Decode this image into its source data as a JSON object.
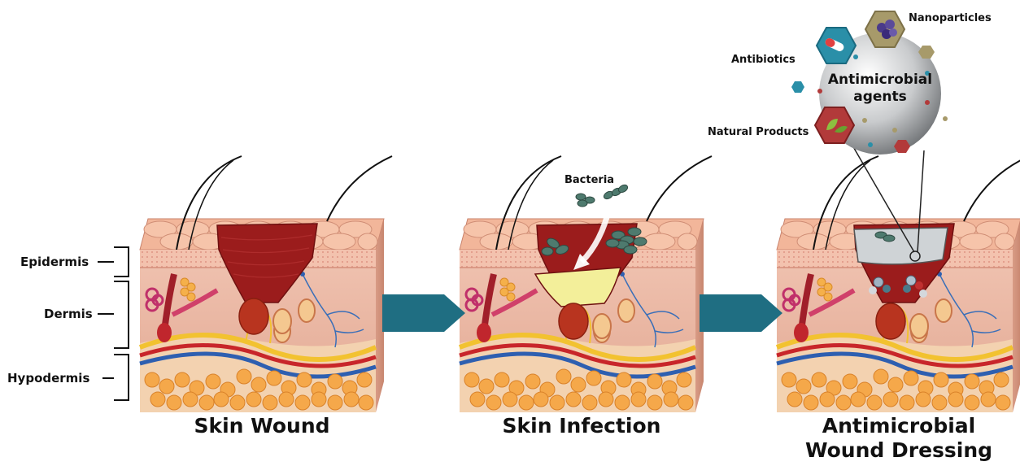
{
  "layers": {
    "epidermis": "Epidermis",
    "dermis": "Dermis",
    "hypodermis": "Hypodermis"
  },
  "panels": {
    "wound": "Skin Wound",
    "infection": "Skin Infection",
    "dressing_line1": "Antimicrobial",
    "dressing_line2": "Wound Dressing"
  },
  "callouts": {
    "bacteria": "Bacteria",
    "antibiotics": "Antibiotics",
    "nanoparticles": "Nanoparticles",
    "natural_products": "Natural Products"
  },
  "sphere": {
    "line1": "Antimicrobial",
    "line2": "agents"
  },
  "colors": {
    "arrow": "#1f6e82",
    "wound": "#9b1c1c",
    "skin_dermis": "#eab8a6",
    "skin_top": "#f2b69a",
    "fat": "#f5a84a",
    "dressing": "#cfd3d6",
    "pus": "#f3ef9a",
    "bacteria": "#4e7a6e",
    "hex_blue": "#2a8fa8",
    "hex_olive": "#a79a6a",
    "hex_red": "#b23a3a"
  }
}
